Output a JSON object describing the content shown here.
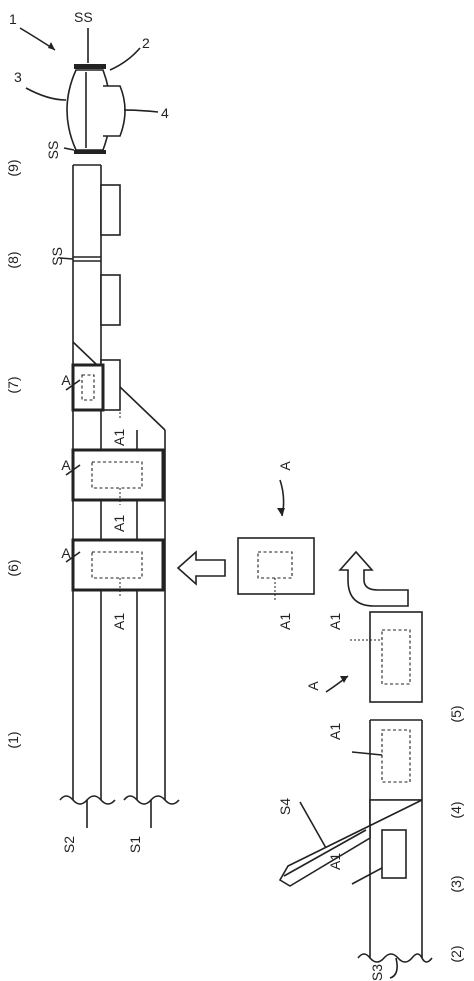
{
  "labels": {
    "n1": "1",
    "n2": "2",
    "n3": "3",
    "n4": "4",
    "ss_top": "SS",
    "ss_mid": "SS",
    "ss_bottom": "SS",
    "step1": "(1)",
    "step2": "(2)",
    "step3": "(3)",
    "step4": "(4)",
    "step5": "(5)",
    "step6": "(6)",
    "step7": "(7)",
    "step8": "(8)",
    "step9": "(9)",
    "A_6a": "A",
    "A_6b": "A",
    "A_7": "A",
    "A_moving": "A",
    "A_flipped": "A",
    "A1_6a": "A1",
    "A1_6b": "A1",
    "A1_7": "A1",
    "A1_moving": "A1",
    "A1_flipped": "A1",
    "A1_step4": "A1",
    "A1_step3": "A1",
    "S1": "S1",
    "S2": "S2",
    "S3": "S3",
    "S4": "S4"
  },
  "colors": {
    "stroke": "#222222",
    "background": "#ffffff"
  }
}
